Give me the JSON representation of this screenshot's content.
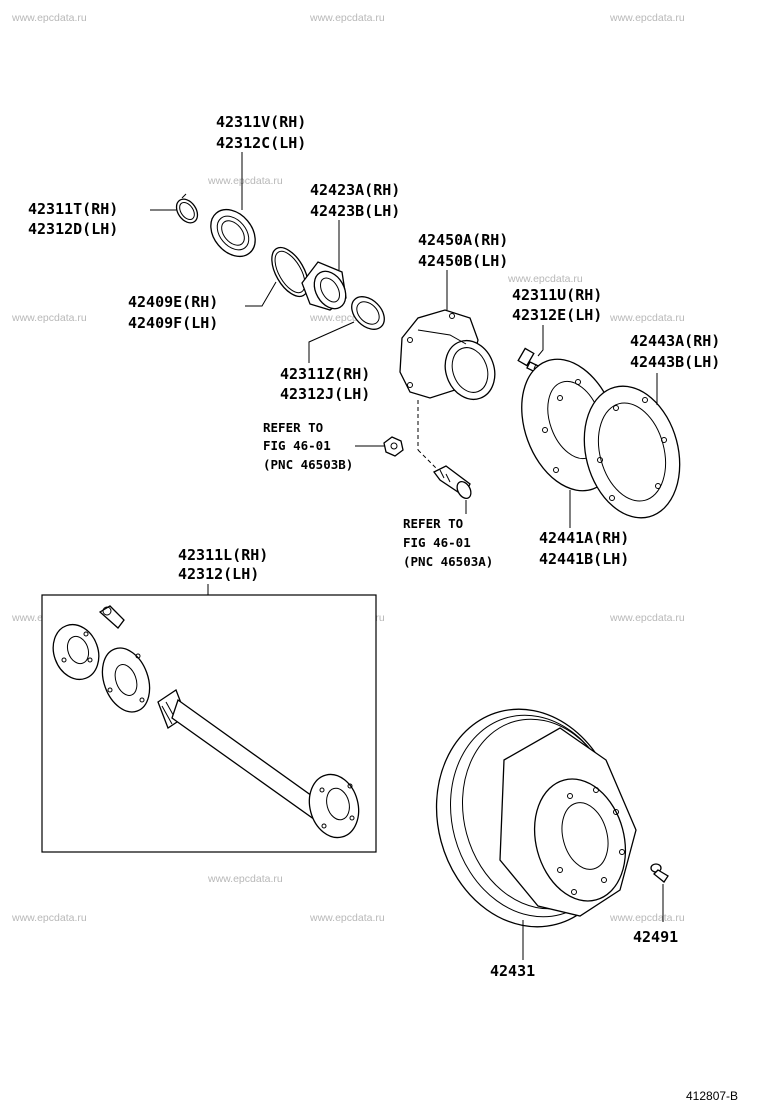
{
  "watermark": "www.epcdata.ru",
  "labels": {
    "p42311v": "42311V(RH)",
    "p42312c": "42312C(LH)",
    "p42311t": "42311T(RH)",
    "p42312d": "42312D(LH)",
    "p42423a": "42423A(RH)",
    "p42423b": "42423B(LH)",
    "p42450a": "42450A(RH)",
    "p42450b": "42450B(LH)",
    "p42409e": "42409E(RH)",
    "p42409f": "42409F(LH)",
    "p42311u": "42311U(RH)",
    "p42312e": "42312E(LH)",
    "p42443a": "42443A(RH)",
    "p42443b": "42443B(LH)",
    "p42311z": "42311Z(RH)",
    "p42312j": "42312J(LH)",
    "p42441a": "42441A(RH)",
    "p42441b": "42441B(LH)",
    "p42311l": "42311L(RH)",
    "p42312": "42312(LH)",
    "p42491": "42491",
    "p42431": "42431"
  },
  "refs": {
    "ref1_line1": "REFER TO",
    "ref1_line2": "FIG 46-01",
    "ref1_line3": "(PNC 46503B)",
    "ref2_line1": "REFER TO",
    "ref2_line2": "FIG 46-01",
    "ref2_line3": "(PNC 46503A)"
  },
  "figure_code": "412807-B"
}
